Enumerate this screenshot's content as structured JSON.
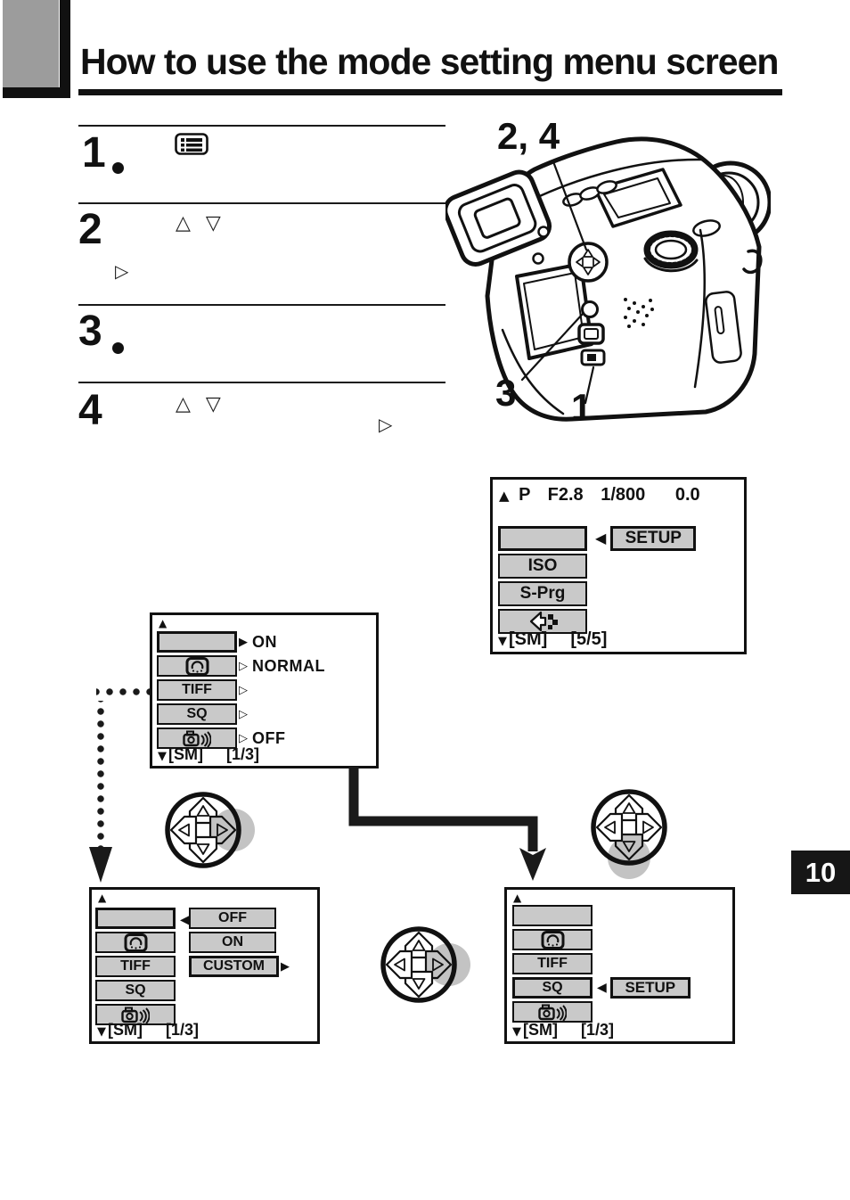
{
  "page": {
    "title": "How to use the mode setting menu screen",
    "page_number": "10"
  },
  "glyphs": {
    "left_filled": "◀",
    "right_filled": "▶",
    "right_outline": "▷",
    "up_filled": "▲",
    "down_filled": "▼",
    "up_outline": "△",
    "down_outline": "▽"
  },
  "steps": [
    {
      "num": "1",
      "icon": "menu-button-icon"
    },
    {
      "num": "2",
      "updown_keys": "△ ▽",
      "right_key": "▷"
    },
    {
      "num": "3"
    },
    {
      "num": "4",
      "updown_keys": "△ ▽",
      "right_key": "▷"
    }
  ],
  "camera": {
    "labels": {
      "arrow_pad": "2, 4",
      "monitor_button": "3",
      "menu_button": "1"
    }
  },
  "screens": {
    "setup_page": {
      "header": {
        "marker": "▲",
        "mode": "P",
        "aperture": "F2.8",
        "shutter": "1/800",
        "exposure": "0.0"
      },
      "rows": [
        {
          "label": "",
          "selected": true
        },
        {
          "label": "ISO"
        },
        {
          "label": "S-Prg"
        },
        {
          "icon": "card-exit-arrow-icon"
        }
      ],
      "popup": {
        "value": "SETUP"
      },
      "footer": {
        "marker": "▼",
        "label": "[SM]",
        "page": "[5/5]"
      }
    },
    "record_menu": {
      "marker": "▲",
      "rows": [
        {
          "label": "",
          "selected": true,
          "value": "ON"
        },
        {
          "icon": "drive-mode-icon",
          "value": "NORMAL"
        },
        {
          "label": "TIFF",
          "value": ""
        },
        {
          "label": "SQ",
          "value": ""
        },
        {
          "icon": "shutter-sound-icon",
          "value": "OFF"
        }
      ],
      "footer": {
        "marker": "▼",
        "label": "[SM]",
        "page": "[1/3]"
      }
    },
    "record_menu_options": {
      "marker": "▲",
      "left_rows": [
        {
          "label": "",
          "selected": true
        },
        {
          "icon": "drive-mode-icon"
        },
        {
          "label": "TIFF"
        },
        {
          "label": "SQ"
        },
        {
          "icon": "shutter-sound-icon"
        }
      ],
      "option_rows": [
        {
          "label": "OFF"
        },
        {
          "label": "ON"
        },
        {
          "label": "CUSTOM",
          "selected": true
        }
      ],
      "footer": {
        "marker": "▼",
        "label": "[SM]",
        "page": "[1/3]"
      }
    },
    "record_menu_setup": {
      "marker": "▲",
      "rows": [
        {
          "label": ""
        },
        {
          "icon": "drive-mode-icon"
        },
        {
          "label": "TIFF"
        },
        {
          "label": "SQ",
          "selected": true
        },
        {
          "icon": "shutter-sound-icon"
        }
      ],
      "popup": {
        "value": "SETUP"
      },
      "footer": {
        "marker": "▼",
        "label": "[SM]",
        "page": "[1/3]"
      }
    }
  },
  "colors": {
    "button_gray": "#c9c9c9",
    "corner_gray": "#9c9c9c",
    "ink": "#111111",
    "dpad_pressed": "#c3c3c3"
  }
}
